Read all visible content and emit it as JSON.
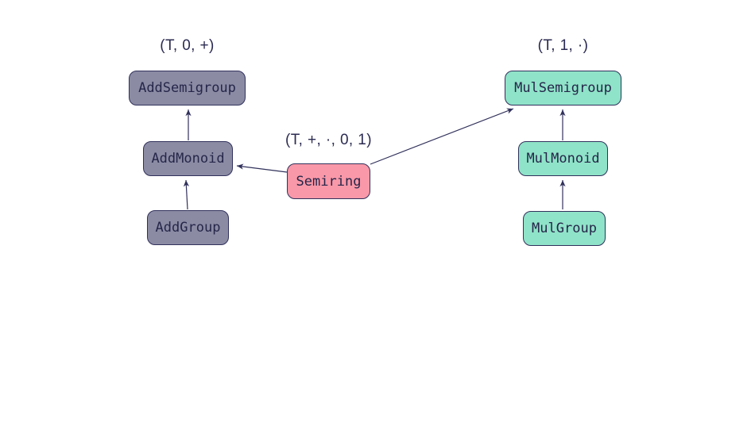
{
  "canvas": {
    "background": "#ffffff"
  },
  "palette": {
    "additive_fill": "#8b8ba4",
    "multiplicative_fill": "#8fe3c8",
    "semiring_fill": "#f998a8",
    "outline": "#31315c",
    "text": "#26264a",
    "arrow": "#31315c"
  },
  "signatures": {
    "additive": "(T, 0, +)",
    "multiplicative": "(T, 1, ·)",
    "semiring": "(T, +, ·, 0, 1)"
  },
  "nodes": {
    "add_semigroup": {
      "label": "AddSemigroup"
    },
    "add_monoid": {
      "label": "AddMonoid"
    },
    "add_group": {
      "label": "AddGroup"
    },
    "semiring": {
      "label": "Semiring"
    },
    "mul_semigroup": {
      "label": "MulSemigroup"
    },
    "mul_monoid": {
      "label": "MulMonoid"
    },
    "mul_group": {
      "label": "MulGroup"
    }
  },
  "edges": [
    {
      "from": "AddMonoid",
      "to": "AddSemigroup"
    },
    {
      "from": "AddGroup",
      "to": "AddMonoid"
    },
    {
      "from": "MulMonoid",
      "to": "MulSemigroup"
    },
    {
      "from": "MulGroup",
      "to": "MulMonoid"
    },
    {
      "from": "Semiring",
      "to": "AddMonoid"
    },
    {
      "from": "Semiring",
      "to": "MulSemigroup"
    }
  ]
}
